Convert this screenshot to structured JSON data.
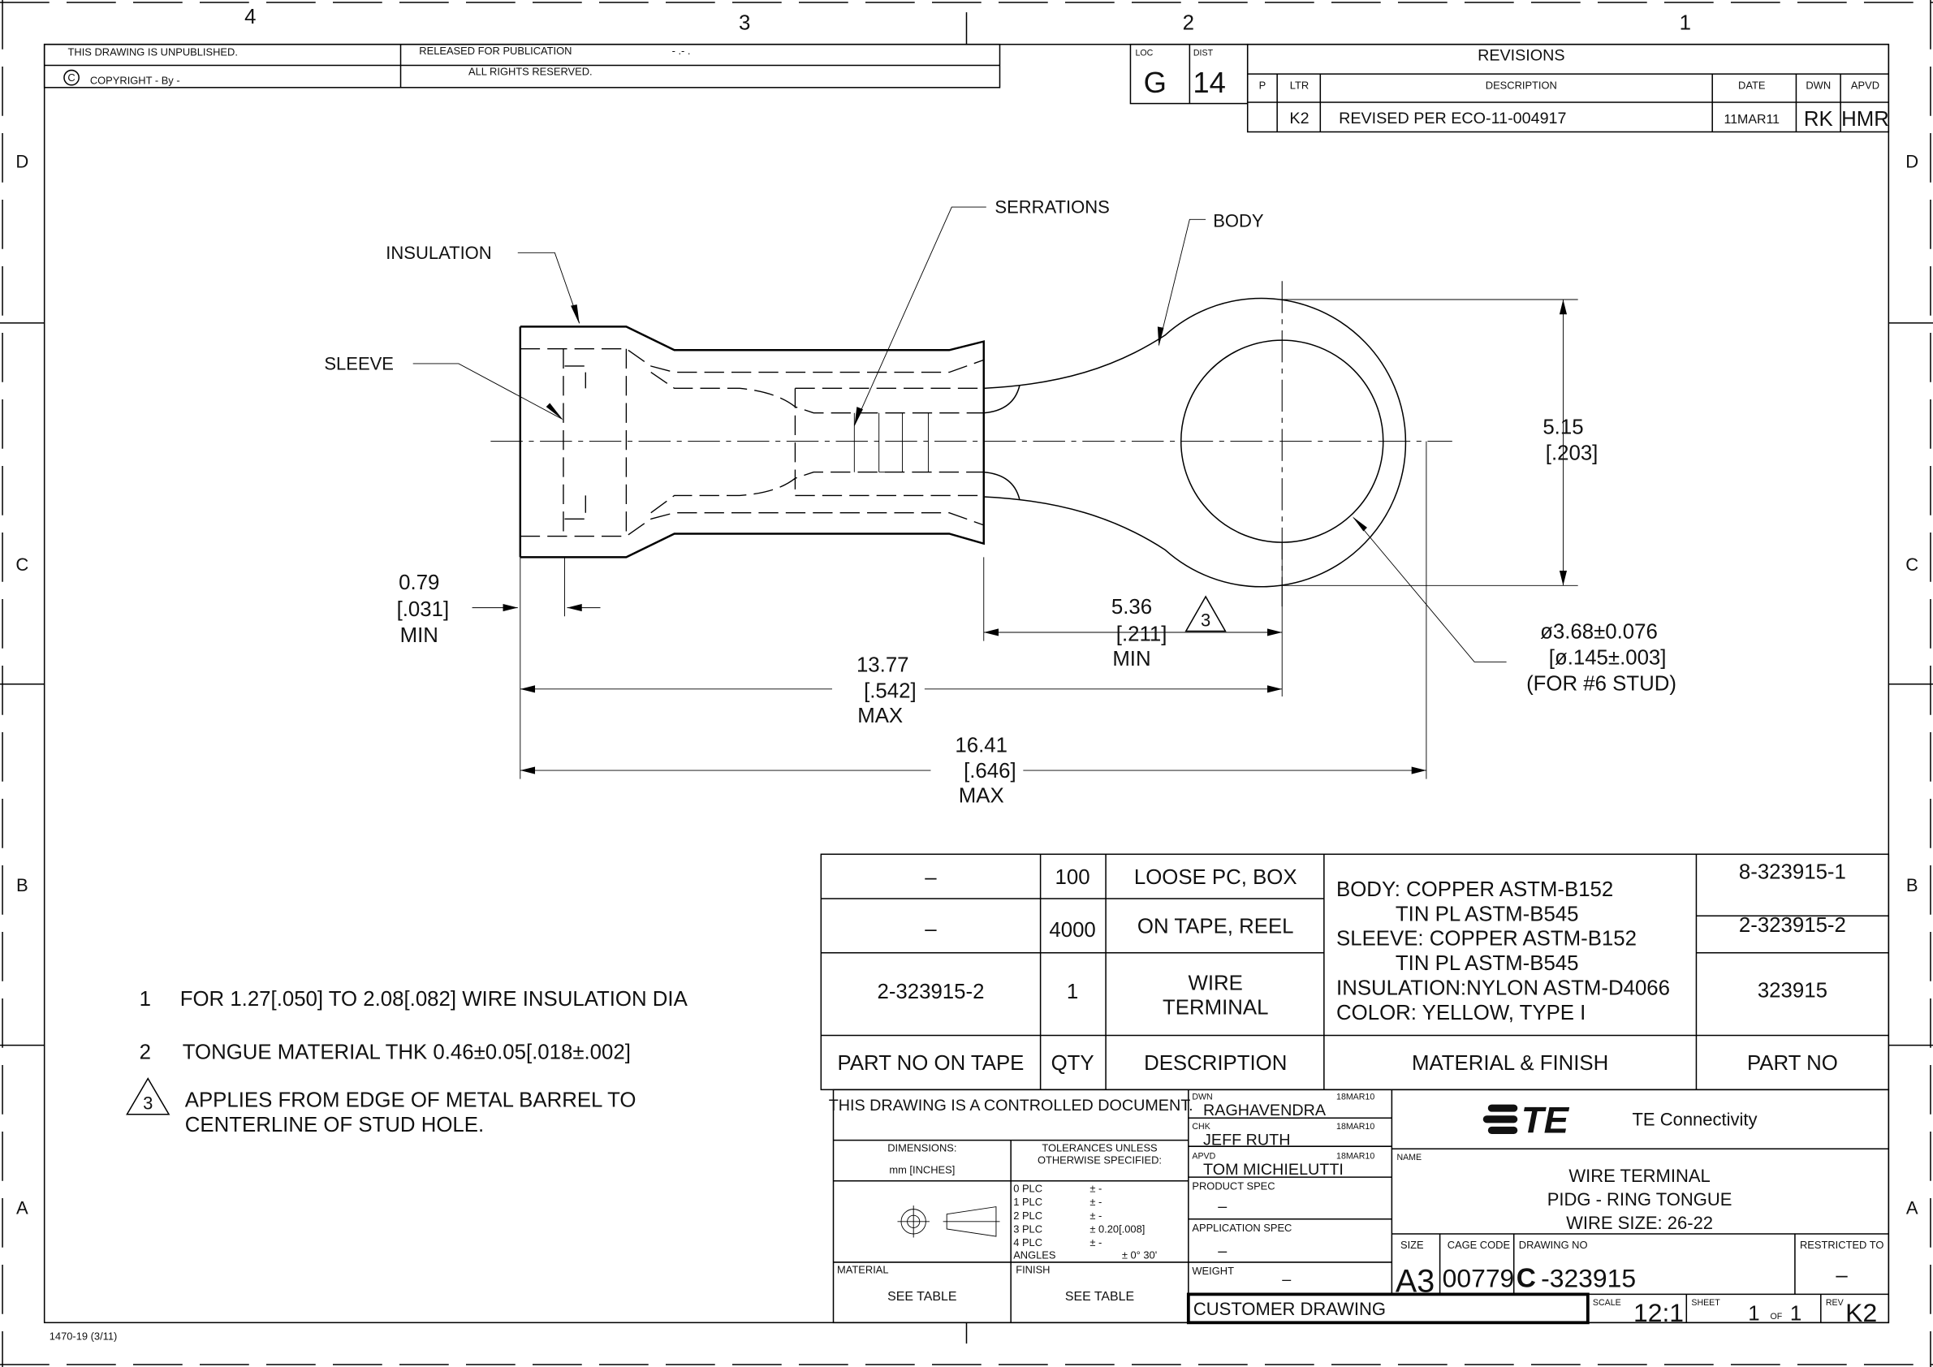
{
  "zones": {
    "top": [
      "4",
      "3",
      "2",
      "1"
    ],
    "side": [
      "D",
      "C",
      "B",
      "A"
    ]
  },
  "header": {
    "unpublished": "THIS DRAWING IS UNPUBLISHED.",
    "released": "RELEASED FOR PUBLICATION",
    "released_date": "- .-   .",
    "copyright": "COPYRIGHT  -     By  -",
    "copyright_symbol": "C",
    "rights": "ALL RIGHTS RESERVED."
  },
  "loc": {
    "label": "LOC",
    "value": "G"
  },
  "dist": {
    "label": "DIST",
    "value": "14"
  },
  "revisions": {
    "title": "REVISIONS",
    "headers": [
      "P",
      "LTR",
      "DESCRIPTION",
      "DATE",
      "DWN",
      "APVD"
    ],
    "rows": [
      {
        "p": "",
        "ltr": "K2",
        "description": "REVISED PER ECO-11-004917",
        "date": "11MAR11",
        "dwn": "RK",
        "apvd": "HMR"
      }
    ]
  },
  "callouts": {
    "insulation": "INSULATION",
    "sleeve": "SLEEVE",
    "serrations": "SERRATIONS",
    "body": "BODY"
  },
  "dimensions": {
    "d079": [
      "0.79",
      "[.031]",
      "MIN"
    ],
    "d536": [
      "5.36",
      "[.211]",
      "MIN"
    ],
    "d536_note": "3",
    "d1377": [
      "13.77",
      "[.542]",
      "MAX"
    ],
    "d1641": [
      "16.41",
      "[.646]",
      "MAX"
    ],
    "d515": [
      "5.15",
      "[.203]"
    ],
    "dhole": [
      "ø3.68±0.076",
      "[ø.145±.003]",
      "(FOR #6 STUD)"
    ]
  },
  "notes": [
    {
      "num": "1",
      "text": "FOR 1.27[.050] TO 2.08[.082] WIRE INSULATION DIA"
    },
    {
      "num": "2",
      "text": "TONGUE MATERIAL THK 0.46±0.05[.018±.002]"
    },
    {
      "num": "3",
      "text": "APPLIES FROM EDGE OF METAL BARREL TO",
      "text2": "CENTERLINE OF STUD HOLE."
    }
  ],
  "material_table": {
    "headers": [
      "PART NO ON TAPE",
      "QTY",
      "DESCRIPTION",
      "MATERIAL & FINISH",
      "PART NO"
    ],
    "rows": [
      {
        "tape": "–",
        "qty": "100",
        "desc": "LOOSE PC, BOX",
        "part": "8-323915-1"
      },
      {
        "tape": "–",
        "qty": "4000",
        "desc": "ON TAPE, REEL",
        "part": "2-323915-2"
      },
      {
        "tape": "2-323915-2",
        "qty": "1",
        "desc": "WIRE",
        "desc2": "TERMINAL",
        "part": "323915"
      }
    ],
    "material": [
      "BODY: COPPER ASTM-B152",
      "TIN PL ASTM-B545",
      "SLEEVE: COPPER ASTM-B152",
      "TIN PL ASTM-B545",
      "INSULATION:NYLON ASTM-D4066",
      "COLOR: YELLOW, TYPE I"
    ]
  },
  "title_block": {
    "controlled": "THIS DRAWING IS A CONTROLLED DOCUMENT.",
    "dimensions_label": "DIMENSIONS:",
    "dimensions_units": "mm [INCHES]",
    "tolerances_label": "TOLERANCES UNLESS",
    "tolerances_label2": "OTHERWISE SPECIFIED:",
    "tolerances": [
      {
        "plc": "0 PLC",
        "val": "± -"
      },
      {
        "plc": "1 PLC",
        "val": "± -"
      },
      {
        "plc": "2 PLC",
        "val": "± -"
      },
      {
        "plc": "3 PLC",
        "val": "± 0.20[.008]"
      },
      {
        "plc": "4 PLC",
        "val": "± -"
      }
    ],
    "angles_label": "ANGLES",
    "angles_val": "± 0° 30'",
    "material_label": "MATERIAL",
    "material_value": "SEE TABLE",
    "finish_label": "FINISH",
    "finish_value": "SEE TABLE",
    "dwn_label": "DWN",
    "dwn_name": "RAGHAVENDRA",
    "dwn_date": "18MAR10",
    "chk_label": "CHK",
    "chk_name": "JEFF RUTH",
    "chk_date": "18MAR10",
    "apvd_label": "APVD",
    "apvd_name": "TOM MICHIELUTTI",
    "apvd_date": "18MAR10",
    "product_spec_label": "PRODUCT SPEC",
    "product_spec": "–",
    "application_spec_label": "APPLICATION SPEC",
    "application_spec": "–",
    "weight_label": "WEIGHT",
    "weight": "–",
    "customer_drawing": "CUSTOMER DRAWING",
    "logo_text": "TE",
    "company": "TE Connectivity",
    "name_label": "NAME",
    "name_lines": [
      "WIRE TERMINAL",
      "PIDG - RING TONGUE",
      "WIRE SIZE: 26-22"
    ],
    "size_label": "SIZE",
    "size": "A3",
    "cage_label": "CAGE CODE",
    "cage": "00779",
    "drawing_no_label": "DRAWING NO",
    "drawing_no_prefix": "C",
    "drawing_no": "-323915",
    "restricted_label": "RESTRICTED TO",
    "restricted": "–",
    "scale_label": "SCALE",
    "scale": "12:1",
    "sheet_label": "SHEET",
    "sheet": "1",
    "sheet_of": "OF",
    "sheet_total": "1",
    "rev_label": "REV",
    "rev": "K2"
  },
  "form_no": "1470-19  (3/11)"
}
